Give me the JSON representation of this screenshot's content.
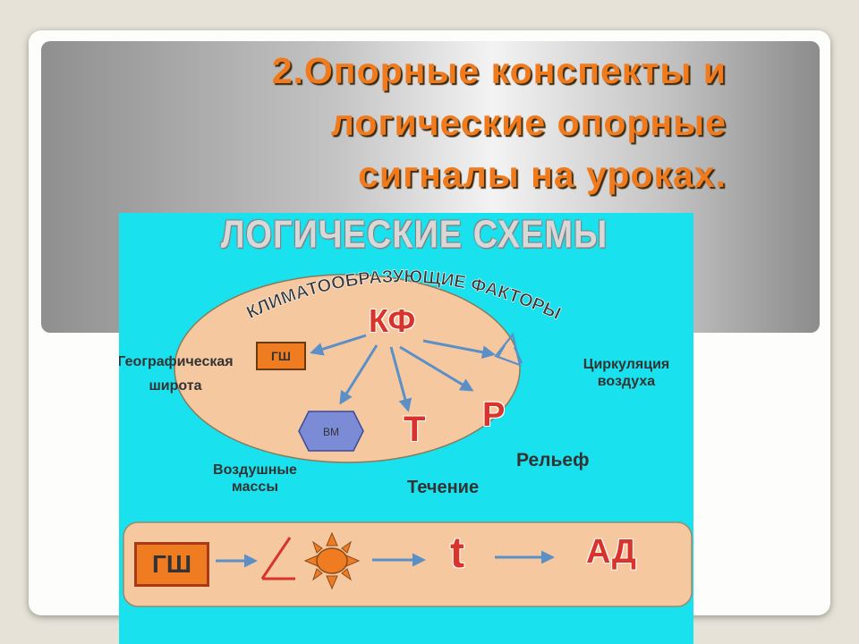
{
  "slide": {
    "title_lines": [
      "2.Опорные конспекты и",
      "логические опорные",
      "сигналы на уроках."
    ]
  },
  "diagram": {
    "heading": "ЛОГИЧЕСКИЕ СХЕМЫ",
    "arc_text": "КЛИМАТООБРАЗУЮЩИЕ ФАКТОРЫ",
    "center": "КФ",
    "nodes": {
      "gsh": "ГШ",
      "vm": "ВМ",
      "t": "Т",
      "r": "Р"
    },
    "labels": {
      "latitude": [
        "Географическая",
        "широта"
      ],
      "circulation": [
        "Циркуляция",
        "воздуха"
      ],
      "air_masses": [
        "Воздушные",
        "массы"
      ],
      "current": "Течение",
      "relief": "Рельеф"
    },
    "chain": {
      "start": "ГШ",
      "temperature": "t",
      "end": "АД"
    }
  },
  "colors": {
    "title": "#f07a1c",
    "diagram_bg": "#19e1ee",
    "ellipse_fill": "#f5c8a0",
    "arrow": "#5b8fc7",
    "accent_red": "#d9342b",
    "box_orange": "#f07c22",
    "hexagon": "#7c8bd6"
  },
  "icons": [
    "angle-icon",
    "sun-icon",
    "circulation-icon",
    "arrow-icon"
  ]
}
